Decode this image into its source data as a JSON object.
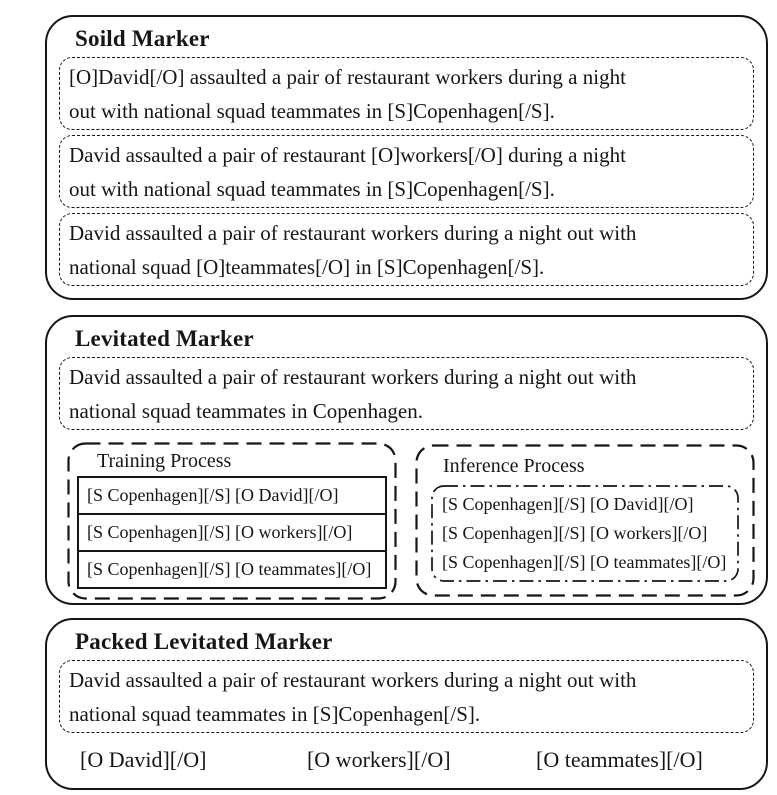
{
  "colors": {
    "ink": "#161616",
    "background": "#ffffff"
  },
  "solid_marker": {
    "title": "Soild Marker",
    "examples": [
      {
        "line1": "[O]David[/O] assaulted a pair of restaurant workers during a night",
        "line2": "out with national squad teammates in [S]Copenhagen[/S]."
      },
      {
        "line1": "David assaulted a pair of restaurant [O]workers[/O] during a night",
        "line2": "out with national squad teammates in [S]Copenhagen[/S]."
      },
      {
        "line1": "David assaulted a pair of restaurant workers during a night out with",
        "line2": "national squad [O]teammates[/O] in [S]Copenhagen[/S]."
      }
    ]
  },
  "levitated_marker": {
    "title": "Levitated Marker",
    "sentence": {
      "line1": "David assaulted a pair of restaurant workers during a night out with",
      "line2": "national squad teammates in Copenhagen."
    },
    "training": {
      "title": "Training Process",
      "rows": [
        "[S Copenhagen][/S] [O David][/O]",
        "[S Copenhagen][/S] [O workers][/O]",
        "[S Copenhagen][/S] [O teammates][/O]"
      ]
    },
    "inference": {
      "title": "Inference Process",
      "rows": [
        "[S Copenhagen][/S] [O David][/O]",
        "[S Copenhagen][/S] [O workers][/O]",
        "[S Copenhagen][/S] [O teammates][/O]"
      ]
    }
  },
  "packed_levitated_marker": {
    "title": "Packed Levitated Marker",
    "sentence": {
      "line1": "David assaulted a pair of restaurant workers during a night out with",
      "line2": "national squad teammates in [S]Copenhagen[/S]."
    },
    "tokens": [
      "[O David][/O]",
      "[O workers][/O]",
      "[O teammates][/O]"
    ]
  }
}
